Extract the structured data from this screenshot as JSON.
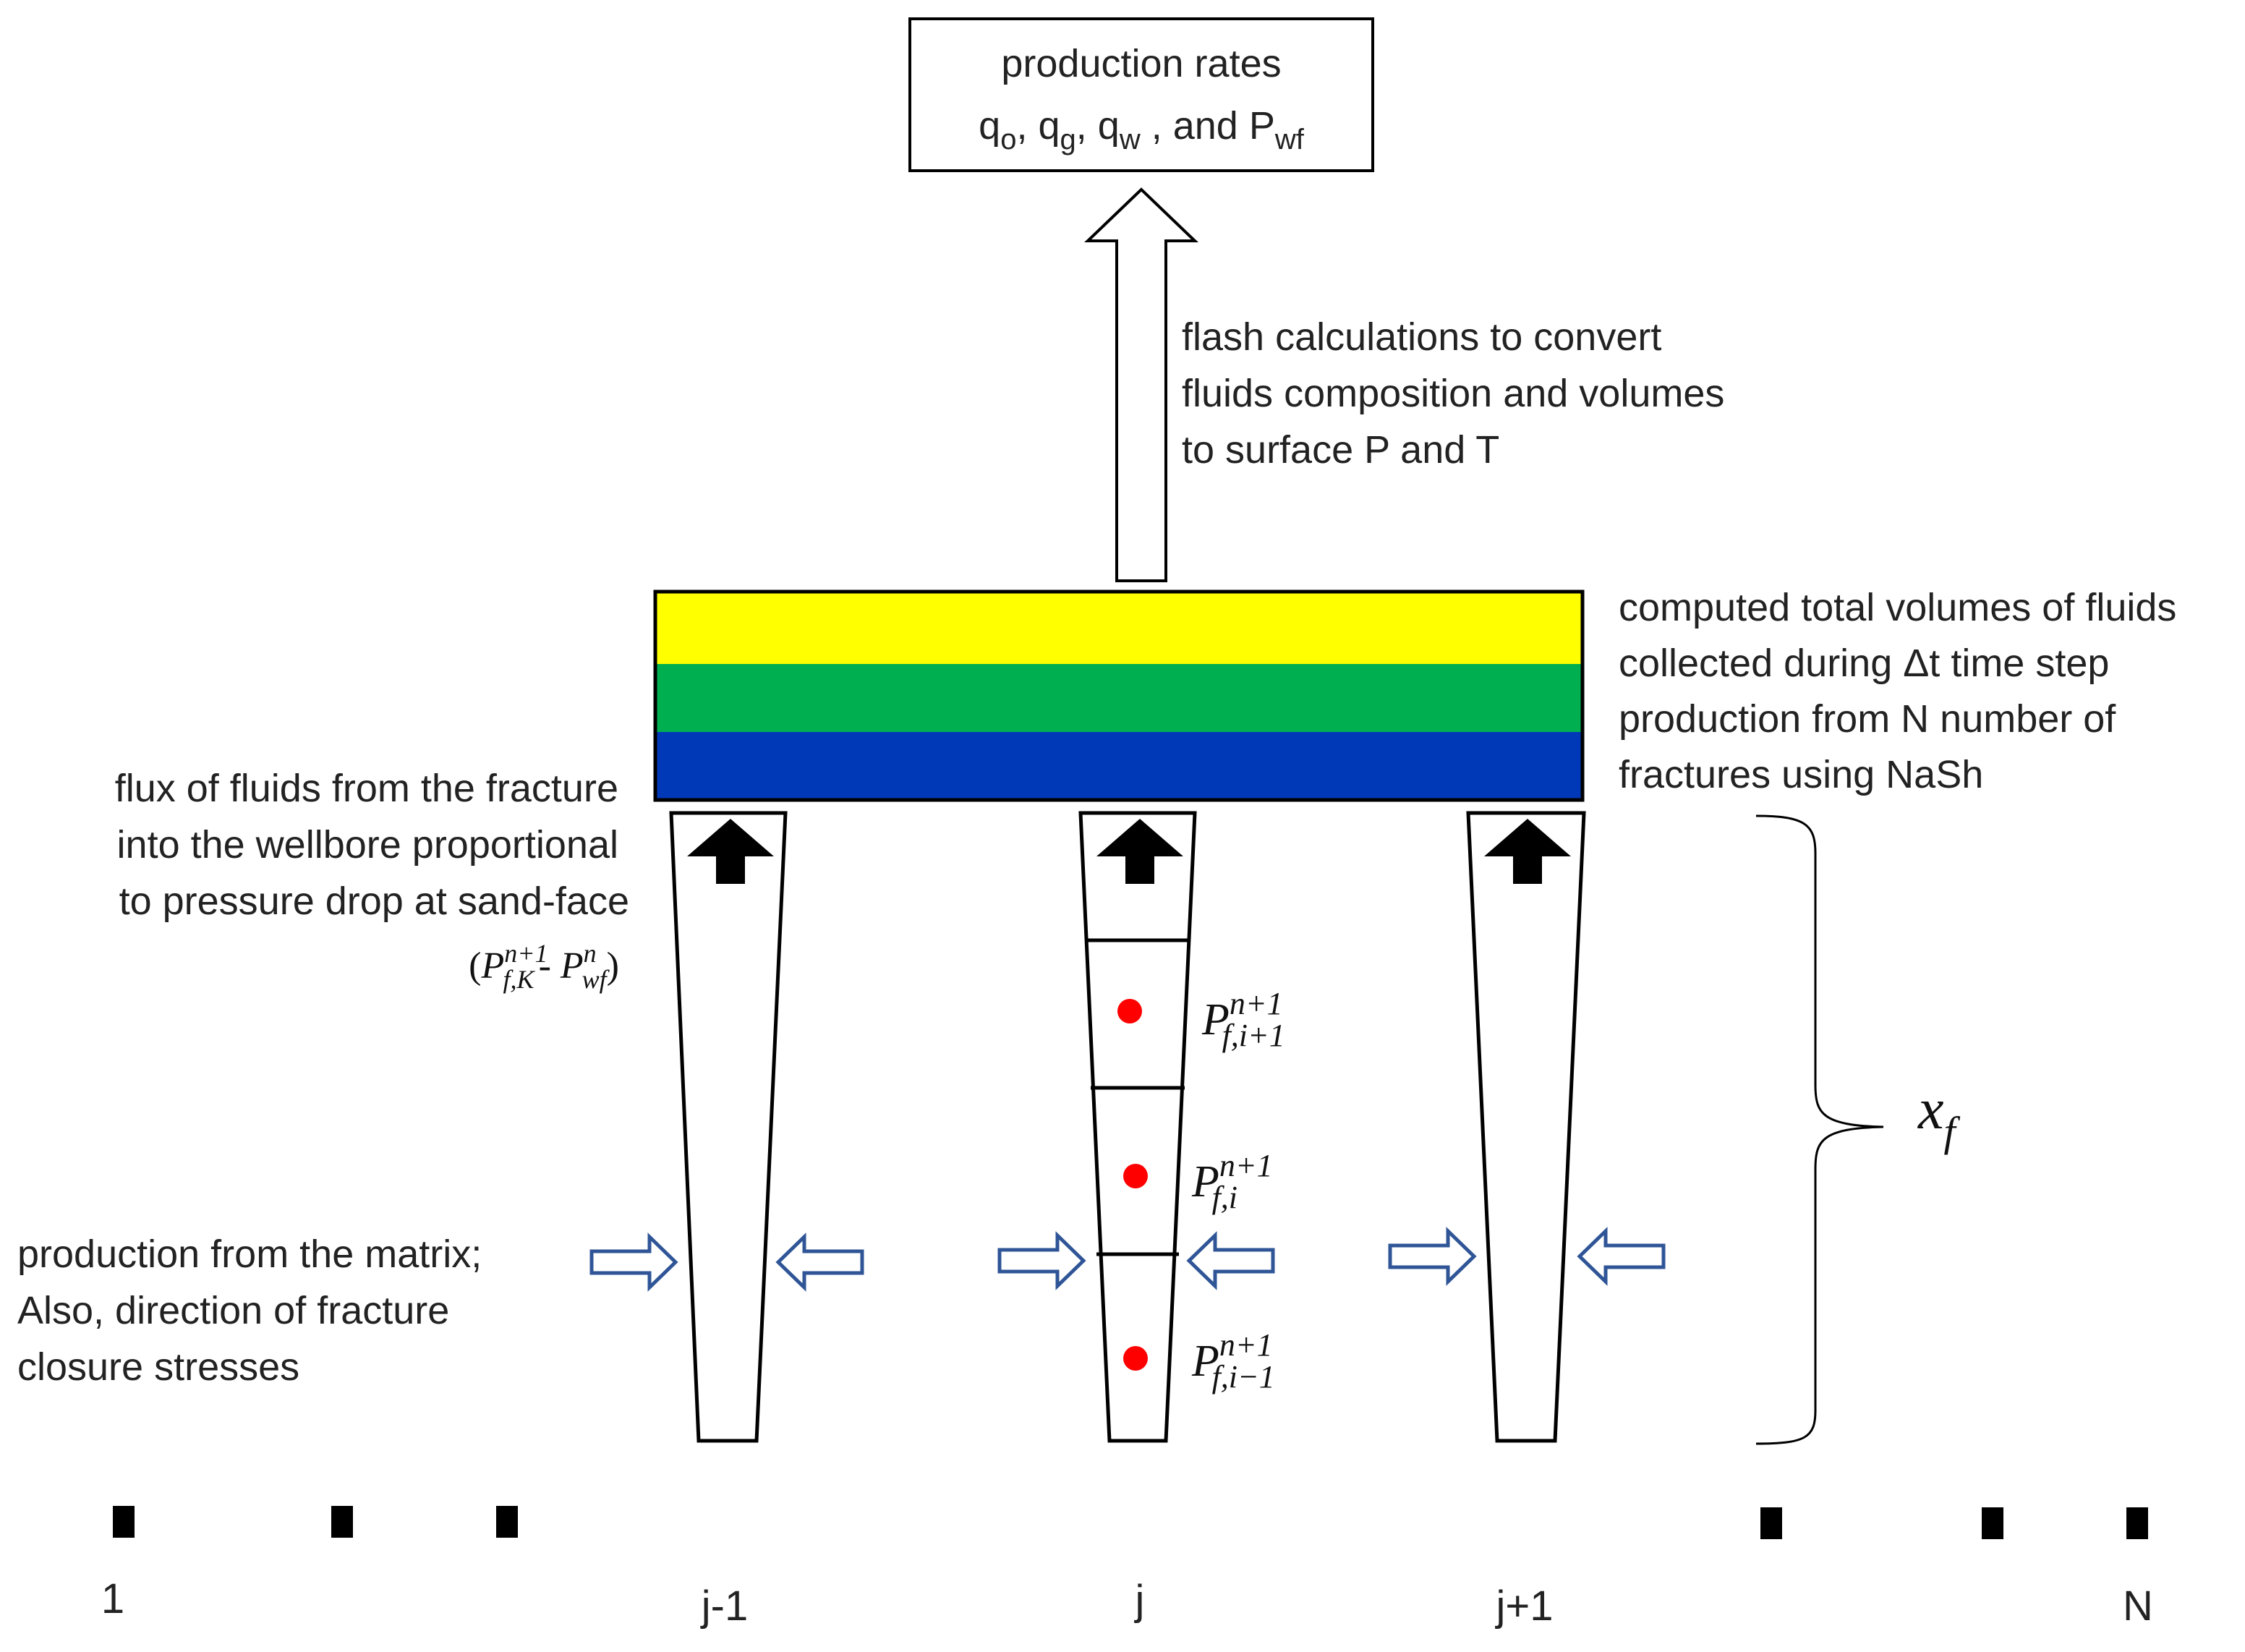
{
  "output_box": {
    "title": "production rates",
    "rates": {
      "q": "q",
      "o": "o",
      "g": "g",
      "w": "w",
      "sep": ", ",
      "and": " , and ",
      "P": "P",
      "wf": "wf"
    }
  },
  "flash_note": [
    "flash calculations to convert",
    "fluids composition and volumes",
    "to surface P and T"
  ],
  "volumes_note": [
    "computed total volumes of fluids",
    "collected during Δt time step",
    "production from N number of",
    "fractures using NaSh"
  ],
  "flux_note": [
    "flux of fluids from the fracture",
    "into the wellbore proportional",
    "to pressure drop at sand-face"
  ],
  "flux_formula": {
    "open": "(",
    "P1": "P",
    "sup1": "n+1",
    "sub1": "f,K",
    "dash": "- ",
    "P2": "P",
    "sup2": "n",
    "sub2": "wf",
    "close": ")"
  },
  "matrix_note": [
    "production from the matrix;",
    "Also, direction of fracture",
    "closure stresses"
  ],
  "cell_pressures": [
    {
      "P": "P",
      "sup": "n+1",
      "sub": "f,i+1"
    },
    {
      "P": "P",
      "sup": "n+1",
      "sub": "f,i"
    },
    {
      "P": "P",
      "sup": "n+1",
      "sub": "f,i−1"
    }
  ],
  "half_length": {
    "x": "x",
    "sub": "f"
  },
  "fracture_labels": [
    "1",
    "j-1",
    "j",
    "j+1",
    "N"
  ],
  "fluid_layers": [
    {
      "name": "yellow",
      "color": "#ffff00"
    },
    {
      "name": "green",
      "color": "#00b050"
    },
    {
      "name": "blue",
      "color": "#0039b8"
    }
  ],
  "colors": {
    "arrow_outline": "#2f5597",
    "pressure_dot": "#ff0000",
    "stroke": "#000000"
  }
}
